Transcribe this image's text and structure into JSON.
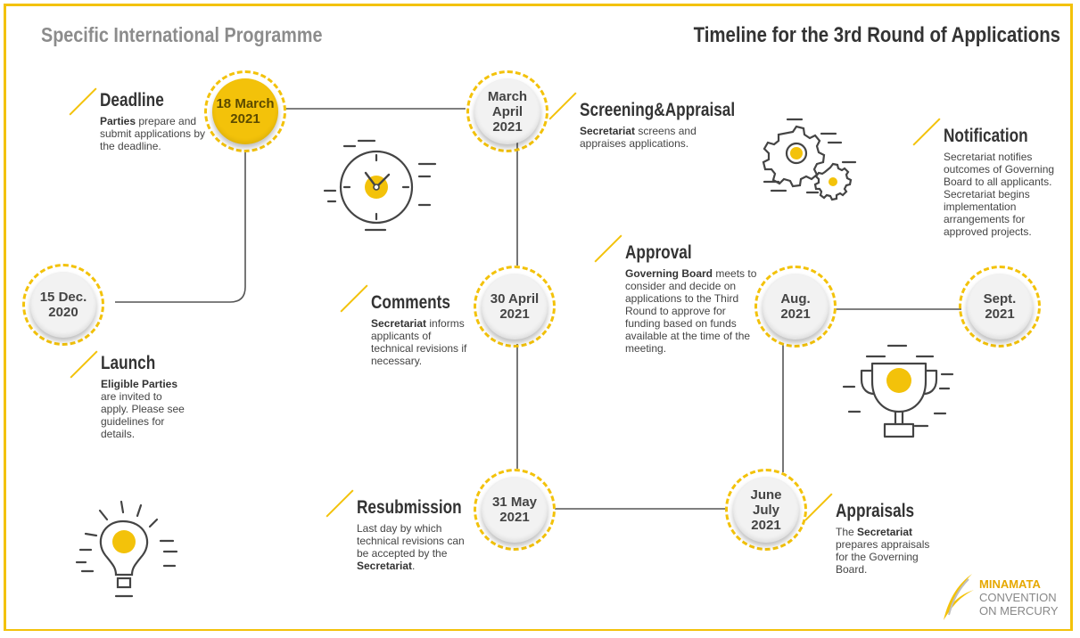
{
  "header": {
    "left_title": "Specific International Programme",
    "right_title": "Timeline for the 3rd Round of Applications"
  },
  "nodes": {
    "launch": "15 Dec.\n2020",
    "deadline": "18 March\n2021",
    "screening": "March\nApril\n2021",
    "comments": "30 April\n2021",
    "resubmission": "31 May\n2021",
    "appraisals": "June\nJuly\n2021",
    "approval": "Aug.\n2021",
    "notification": "Sept.\n2021"
  },
  "steps": {
    "deadline": {
      "title": "Deadline",
      "bold": "Parties",
      "text": " prepare and submit applications by the deadline."
    },
    "launch": {
      "title": "Launch",
      "bold": "Eligible Parties",
      "text": " are invited to apply. Please see guidelines for details."
    },
    "screening": {
      "title": "Screening&Appraisal",
      "bold": "Secretariat",
      "text": " screens and appraises applications."
    },
    "comments": {
      "title": "Comments",
      "bold": "Secretariat",
      "text": " informs applicants of technical revisions if necessary."
    },
    "resubmission": {
      "title": "Resubmission",
      "pre": "Last day by which technical revisions can be accepted by the ",
      "bold": "Secretariat",
      "post": "."
    },
    "approval": {
      "title": "Approval",
      "bold": "Governing Board",
      "text": " meets to consider and decide on applications to the Third Round to approve for funding based on funds available at the time of the meeting."
    },
    "appraisals": {
      "title": "Appraisals",
      "pre": "The ",
      "bold": "Secretariat",
      "text": " prepares appraisals for the Governing Board."
    },
    "notification": {
      "title": "Notification",
      "text": "Secretariat notifies outcomes of Governing Board to all applicants. Secretariat begins implementation arrangements for approved projects."
    }
  },
  "icons": [
    "clock-icon",
    "gears-icon",
    "lightbulb-icon",
    "trophy-icon"
  ],
  "logo": {
    "line1": "MINAMATA",
    "line2": "CONVENTION",
    "line3": "ON MERCURY"
  },
  "colors": {
    "accent": "#f3c20a",
    "text": "#333333",
    "muted": "#8c8c8c"
  }
}
